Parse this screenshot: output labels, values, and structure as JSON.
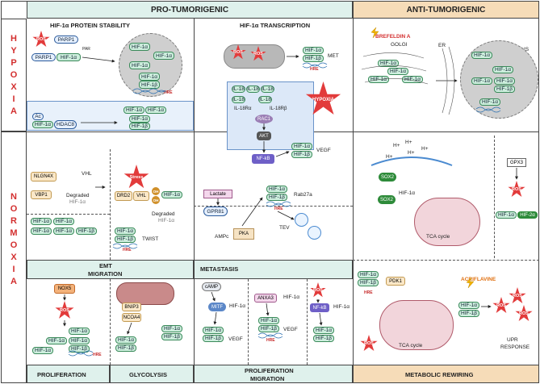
{
  "headers": {
    "pro": "PRO-TUMORIGENIC",
    "anti": "ANTI-TUMORIGENIC",
    "hypoxia": [
      "H",
      "Y",
      "P",
      "O",
      "X",
      "I",
      "A"
    ],
    "normoxia": [
      "N",
      "O",
      "R",
      "M",
      "O",
      "X",
      "I",
      "A"
    ]
  },
  "sections": {
    "stability": "HIF-1α PROTEIN STABILITY",
    "transcription": "HIF-1α TRANSCRIPTION",
    "emt1": "EMT",
    "emt2": "MIGRATION",
    "metastasis": "METASTASIS",
    "proliferation": "PROLIFERATION",
    "glycolysis": "GLYCOLYSIS",
    "prolif_mig1": "PROLIFERATION",
    "prolif_mig2": "MIGRATION",
    "metabolic": "METABOLIC REWIRING"
  },
  "labels": {
    "hif1a": "HIF-1α",
    "hif1b": "HIF-1β",
    "hif2a": "HIF-2α",
    "hre": "HRE",
    "parp1": "PARP1",
    "par": "PAR",
    "ros": "ROS",
    "met": "MET",
    "hypoxia": "HYPOXIA",
    "il18": "IL-18",
    "il18ra": "IL-18Rα",
    "il18rb": "IL-18Rβ",
    "rac1": "RAC1",
    "akt": "AKT",
    "nfkb": "NF-kB",
    "vegf": "VEGF",
    "ac": "Ac",
    "hdac8": "HDAC8",
    "nlgn4x": "NLGN4X",
    "vbp1": "VBP1",
    "vhl": "VHL",
    "oh": "OH",
    "degraded": "Degraded",
    "stress": "Stress",
    "drd2": "DRD2",
    "twist": "TWIST",
    "lactate": "Lactate",
    "gpr81": "GPR81",
    "ampc": "AMPc",
    "pka": "PKA",
    "rab27a": "Rab27a",
    "tev": "TEV",
    "nox5": "NOX5",
    "bnip3": "BNIP3",
    "ncoa4": "NCOA4",
    "camp": "cAMP",
    "mitf": "MITF",
    "anxa3": "ANXA3",
    "brefeldin": "BREFELDIN A",
    "golgi": "GOLGI",
    "er": "ER",
    "nucleus": "NUCLEUS",
    "sox2": "SOX2",
    "hplus": "H+",
    "gpx3": "GPX3",
    "tca": "TCA cycle",
    "pdk1": "PDK1",
    "acriflavine": "ACRIFLAVINE",
    "upr1": "UPR",
    "upr2": "RESPONSE"
  }
}
